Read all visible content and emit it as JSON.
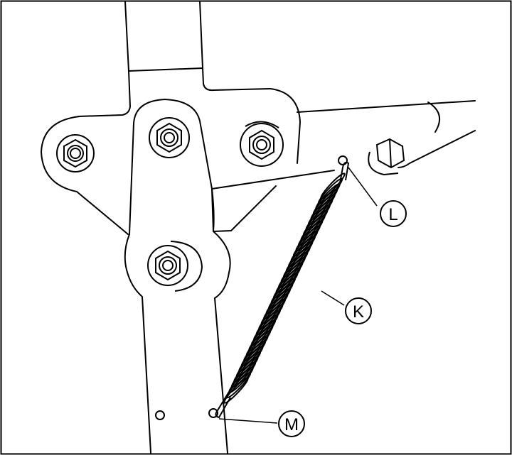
{
  "callouts": {
    "k": "K",
    "l": "L",
    "m": "M"
  },
  "colors": {
    "line": "#000000",
    "fill": "#ffffff"
  }
}
